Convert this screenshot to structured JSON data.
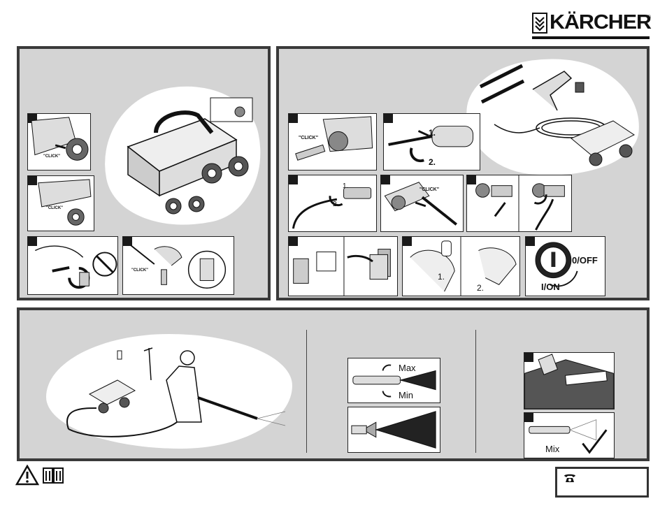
{
  "brand": {
    "name": "KÄRCHER",
    "registered": "®"
  },
  "labels": {
    "click": "CLICK",
    "click_quoted": "\"CLICK\"",
    "step_one": "1.",
    "step_two": "2.",
    "off": "0/OFF",
    "on": "I/ON",
    "max": "Max",
    "min": "Min",
    "mix": "Mix"
  },
  "icons": [
    "kaercher-logo-icon",
    "warning-triangle-icon",
    "manual-book-icon",
    "telephone-icon"
  ],
  "colors": {
    "panel": "#d4d4d4",
    "border": "#3a3a3a",
    "ink": "#111111"
  }
}
